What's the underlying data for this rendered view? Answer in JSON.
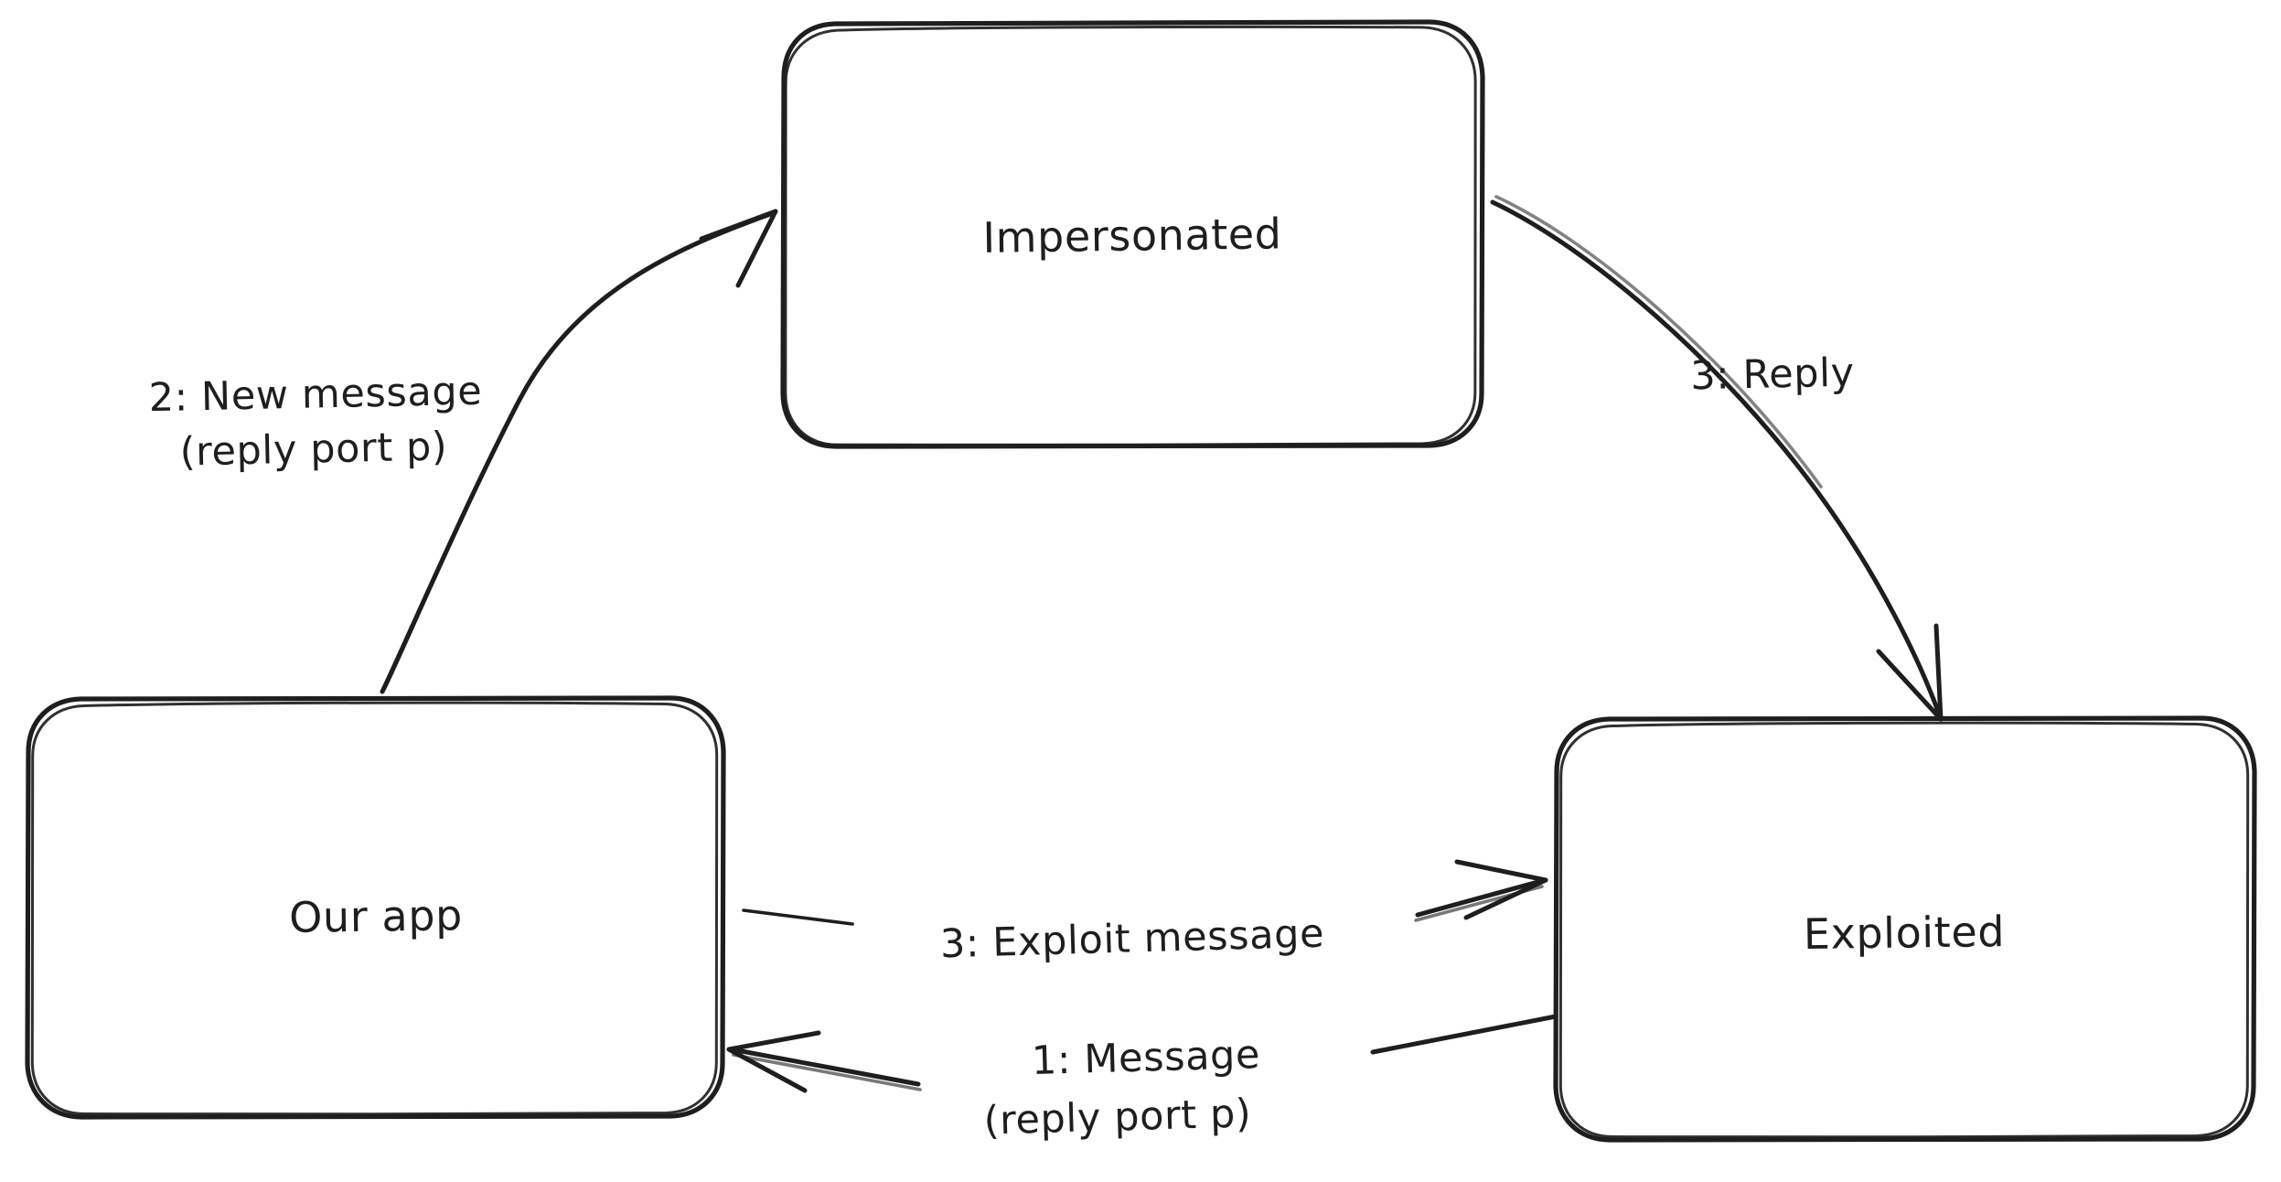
{
  "diagram": {
    "type": "sequence-flow-diagram",
    "style": "hand-drawn-sketch",
    "background_color": "#ffffff",
    "stroke_color": "#1e1e1e",
    "nodes": [
      {
        "id": "impersonated",
        "label": "Impersonated",
        "shape": "rounded-rectangle",
        "position": "top-center"
      },
      {
        "id": "our-app",
        "label": "Our app",
        "shape": "rounded-rectangle",
        "position": "bottom-left"
      },
      {
        "id": "exploited",
        "label": "Exploited",
        "shape": "rounded-rectangle",
        "position": "bottom-right"
      }
    ],
    "edges": [
      {
        "id": "edge-new-message",
        "from": "our-app",
        "to": "impersonated",
        "label_line1": "2: New message",
        "label_line2": "(reply port p)",
        "direction": "up-right",
        "arrowhead": "end"
      },
      {
        "id": "edge-reply",
        "from": "impersonated",
        "to": "exploited",
        "label_line1": "3: Reply",
        "label_line2": "",
        "direction": "down-right",
        "arrowhead": "end"
      },
      {
        "id": "edge-exploit-message",
        "from": "our-app",
        "to": "exploited",
        "label_line1": "3: Exploit message",
        "label_line2": "",
        "direction": "right",
        "arrowhead": "end"
      },
      {
        "id": "edge-message",
        "from": "exploited",
        "to": "our-app",
        "label_line1": "1: Message",
        "label_line2": "(reply port p)",
        "direction": "left",
        "arrowhead": "end"
      }
    ]
  }
}
